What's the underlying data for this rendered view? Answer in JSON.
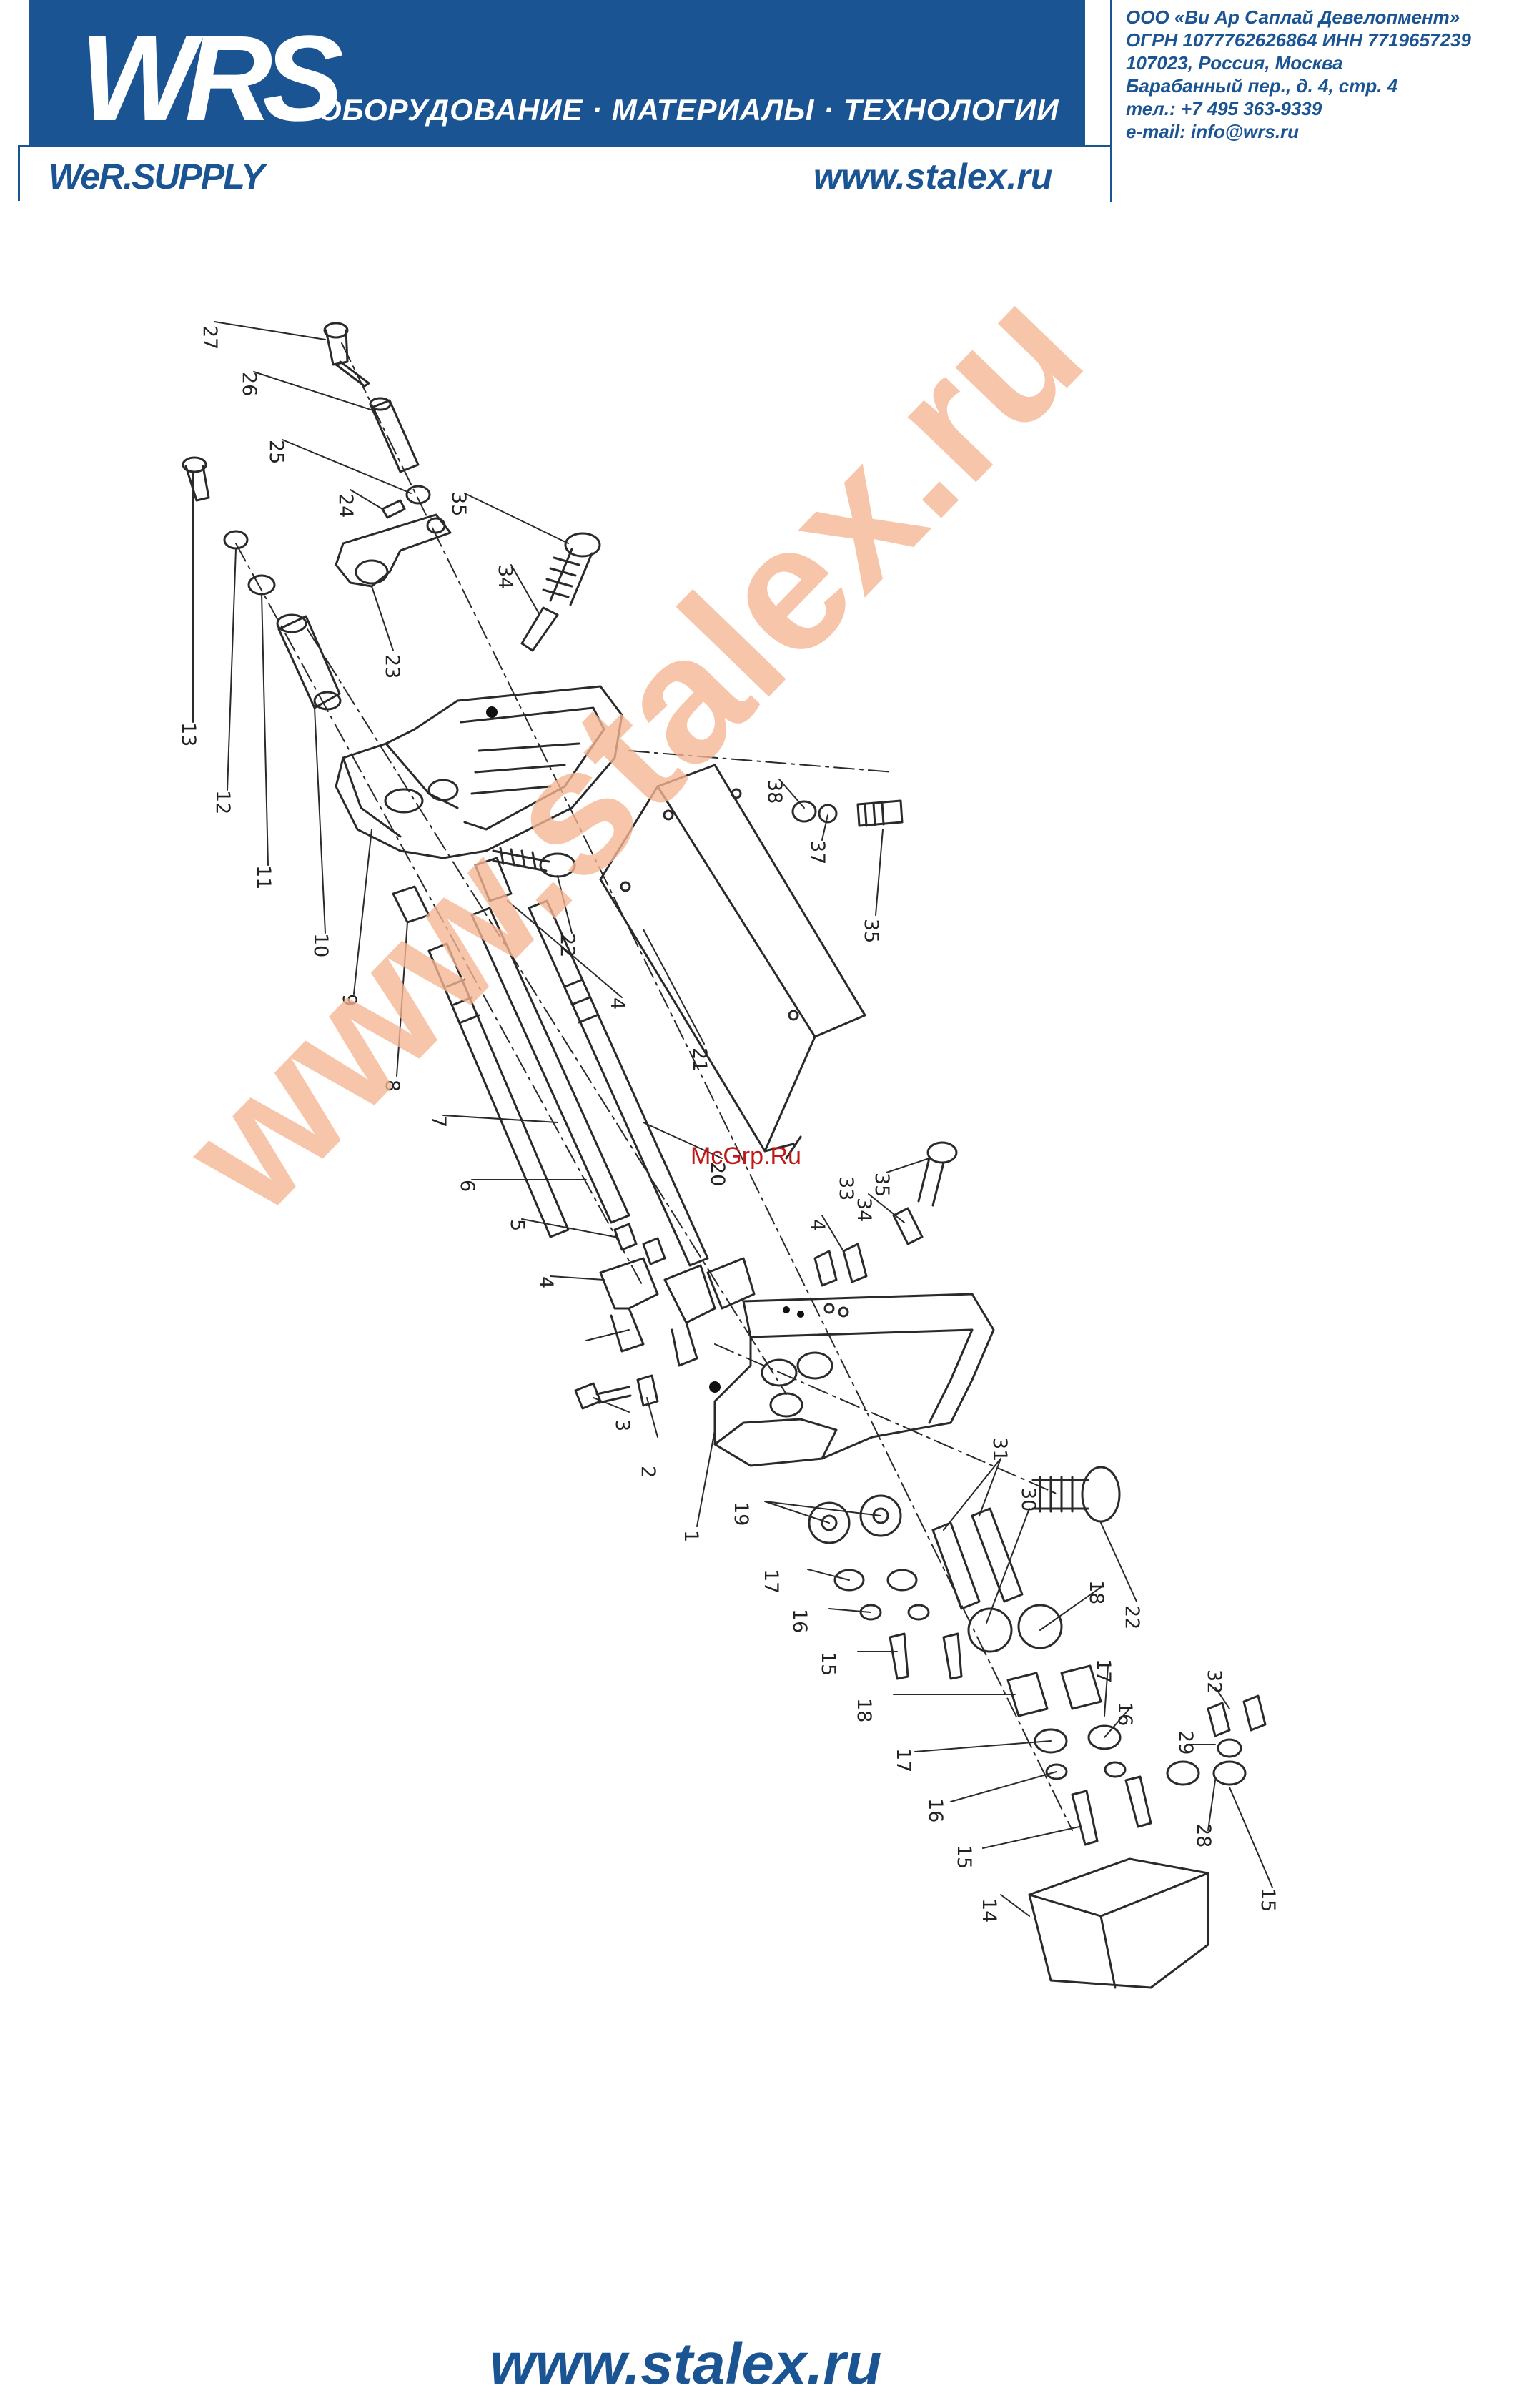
{
  "header": {
    "logo_text": "WRS",
    "slogan": "ОБОРУДОВАНИЕ · МАТЕРИАЛЫ · ТЕХНОЛОГИИ",
    "brand": "WeR.SUPPLY",
    "website": "www.stalex.ru",
    "company": [
      "ООО «Ви Ар Саплай Девелопмент»",
      "ОГРН 1077762626864 ИНН 7719657239",
      "107023, Россия, Москва",
      "Барабанный пер., д. 4, стр. 4",
      "тел.: +7 495 363-9339",
      "e-mail: info@wrs.ru"
    ]
  },
  "drawing": {
    "callouts": [
      "27",
      "26",
      "25",
      "24",
      "23",
      "35",
      "34",
      "13",
      "12",
      "11",
      "10",
      "9",
      "22",
      "38",
      "37",
      "35",
      "4",
      "8",
      "7",
      "6",
      "5",
      "4",
      "3",
      "2",
      "1",
      "21",
      "20",
      "35",
      "34",
      "33",
      "4",
      "19",
      "17",
      "16",
      "15",
      "18",
      "17",
      "16",
      "15",
      "14",
      "31",
      "30",
      "22",
      "18",
      "17",
      "16",
      "32",
      "29",
      "28",
      "15"
    ],
    "source_mark": "McGrp.Ru",
    "watermark": "www.stalex.ru"
  },
  "footer": {
    "website": "www.stalex.ru"
  },
  "colors": {
    "brand_blue": "#1b5493",
    "watermark": "#f6b793",
    "source_mark": "#c01818"
  }
}
